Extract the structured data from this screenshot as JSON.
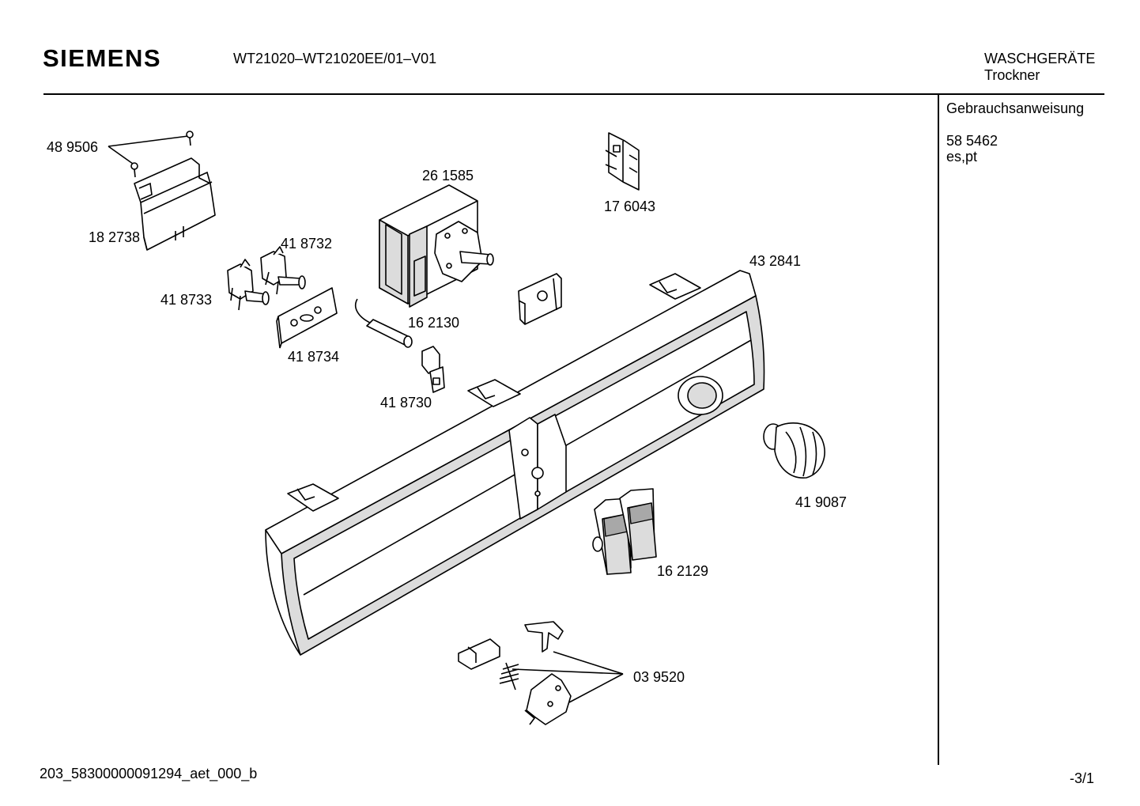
{
  "header": {
    "brand": "SIEMENS",
    "model": "WT21020–WT21020EE/01–V01",
    "category": "WASCHGERÄTE",
    "subcategory": "Trockner"
  },
  "sidebar": {
    "title": "Gebrauchsanweisung",
    "doc_number": "58 5462",
    "languages": "es,pt"
  },
  "footer": {
    "id": "203_58300000091294_aet_000_b",
    "page": "-3/1"
  },
  "parts": [
    {
      "id": "p-489506",
      "label": "48 9506"
    },
    {
      "id": "p-182738",
      "label": "18 2738"
    },
    {
      "id": "p-261585",
      "label": "26 1585"
    },
    {
      "id": "p-176043",
      "label": "17 6043"
    },
    {
      "id": "p-418732",
      "label": "41 8732"
    },
    {
      "id": "p-418733",
      "label": "41 8733"
    },
    {
      "id": "p-162130",
      "label": "16 2130"
    },
    {
      "id": "p-418734",
      "label": "41 8734"
    },
    {
      "id": "p-418730",
      "label": "41 8730"
    },
    {
      "id": "p-432841",
      "label": "43 2841"
    },
    {
      "id": "p-419087",
      "label": "41 9087"
    },
    {
      "id": "p-162129",
      "label": "16 2129"
    },
    {
      "id": "p-039520",
      "label": "03 9520"
    }
  ]
}
